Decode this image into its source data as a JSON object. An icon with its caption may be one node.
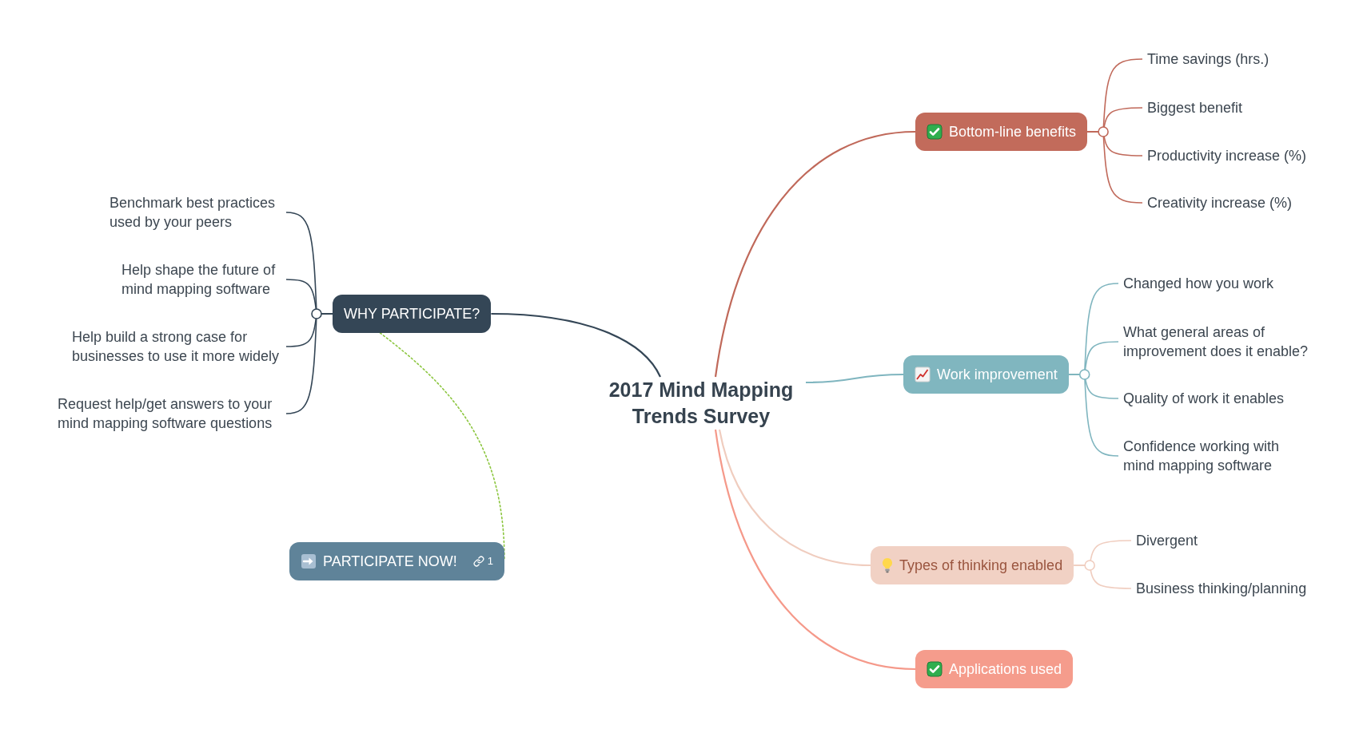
{
  "diagram": {
    "nodes": [
      {
        "text": [
          "2017 Mind Mapping Trends Survey"
        ]
      },
      {
        "text": [
          "Bottom-line benefits"
        ]
      },
      {
        "text": [
          "Time savings (hrs.)"
        ]
      },
      {
        "text": [
          "Biggest benefit"
        ]
      },
      {
        "text": [
          "Productivity increase (%)"
        ]
      },
      {
        "text": [
          "Creativity increase (%)"
        ]
      },
      {
        "text": [
          "Work improvement"
        ]
      },
      {
        "text": [
          "Changed how you work"
        ]
      },
      {
        "text": [
          "What general areas of improvement does it enable?"
        ]
      },
      {
        "text": [
          "Quality of work it enables"
        ]
      },
      {
        "text": [
          "Confidence working with mind mapping software"
        ]
      },
      {
        "text": [
          "Types of thinking enabled"
        ]
      },
      {
        "text": [
          "Divergent"
        ]
      },
      {
        "text": [
          "Business thinking/planning"
        ]
      },
      {
        "text": [
          "Applications used"
        ]
      },
      {
        "text": [
          "WHY PARTICIPATE?"
        ]
      },
      {
        "text": [
          "Benchmark best practices used by your peers"
        ]
      },
      {
        "text": [
          "Help shape the future of mind mapping software"
        ]
      },
      {
        "text": [
          "Help build a strong case for businesses to use it more widely"
        ]
      },
      {
        "text": [
          "Request help/get answers to your mind mapping software questions"
        ]
      },
      {
        "text": [
          "PARTICIPATE NOW!",
          "1"
        ]
      }
    ],
    "edges": [
      {
        "from": 0,
        "to": 1,
        "arrow": "none",
        "color": "#c0695a"
      },
      {
        "from": 1,
        "to": 2,
        "arrow": "none",
        "color": "#c0695a"
      },
      {
        "from": 1,
        "to": 3,
        "arrow": "none",
        "color": "#c0695a"
      },
      {
        "from": 1,
        "to": 4,
        "arrow": "none",
        "color": "#c0695a"
      },
      {
        "from": 1,
        "to": 5,
        "arrow": "none",
        "color": "#c0695a"
      },
      {
        "from": 0,
        "to": 6,
        "arrow": "none",
        "color": "#7fb5bf"
      },
      {
        "from": 6,
        "to": 7,
        "arrow": "none",
        "color": "#7fb5bf"
      },
      {
        "from": 6,
        "to": 8,
        "arrow": "none",
        "color": "#7fb5bf"
      },
      {
        "from": 6,
        "to": 9,
        "arrow": "none",
        "color": "#7fb5bf"
      },
      {
        "from": 6,
        "to": 10,
        "arrow": "none",
        "color": "#7fb5bf"
      },
      {
        "from": 0,
        "to": 11,
        "arrow": "none",
        "color": "#f0cdbf"
      },
      {
        "from": 11,
        "to": 12,
        "arrow": "none",
        "color": "#f0cdbf"
      },
      {
        "from": 11,
        "to": 13,
        "arrow": "none",
        "color": "#f0cdbf"
      },
      {
        "from": 0,
        "to": 14,
        "arrow": "none",
        "color": "#f5998a"
      },
      {
        "from": 0,
        "to": 15,
        "arrow": "none",
        "color": "#344656"
      },
      {
        "from": 15,
        "to": 16,
        "arrow": "none",
        "color": "#344656"
      },
      {
        "from": 15,
        "to": 17,
        "arrow": "none",
        "color": "#344656"
      },
      {
        "from": 15,
        "to": 18,
        "arrow": "none",
        "color": "#344656"
      },
      {
        "from": 15,
        "to": 19,
        "arrow": "none",
        "color": "#344656"
      },
      {
        "from": 15,
        "to": 20,
        "arrow": "none",
        "style": "dashed",
        "color": "#8cc63f"
      }
    ]
  }
}
